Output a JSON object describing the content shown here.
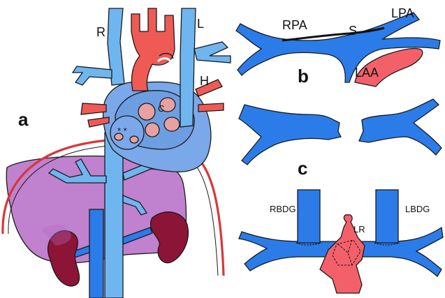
{
  "panels": {
    "a": {
      "letter": "a",
      "labels": {
        "right": "R",
        "left": "L",
        "heart": "H",
        "star": "* *"
      }
    },
    "b": {
      "letter": "b",
      "labels": {
        "rpa": "RPA",
        "s": "S",
        "lpa": "LPA",
        "laa": "LAA"
      }
    },
    "c": {
      "letter": "c",
      "labels": {
        "rbdg": "RBDG",
        "lbdg": "LBDG",
        "lr": "LR"
      }
    }
  },
  "colors": {
    "vein_blue": "#2b7ce9",
    "light_blue": "#6fb6f0",
    "artery_red": "#f05a55",
    "liver_purple": "#b56bc7",
    "kidney_maroon": "#8c1436",
    "heart_blue": "#7aa8e8",
    "appendage_pink": "#f4606a"
  }
}
